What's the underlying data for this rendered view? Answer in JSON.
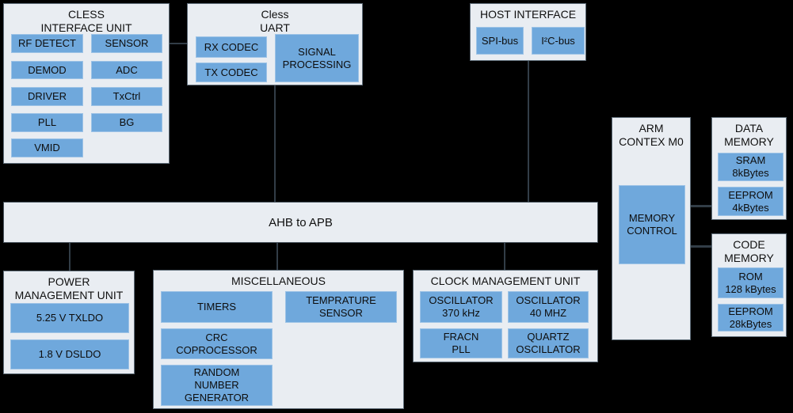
{
  "colors": {
    "background": "#000000",
    "panel_fill": "#e9edf2",
    "panel_border": "#5f6d79",
    "block_fill": "#6fa8dc",
    "block_border": "#9dc3e6",
    "connector": "#323d47",
    "text": "#101010"
  },
  "bus": {
    "label": "AHB to APB"
  },
  "panels": {
    "cless_interface_unit": {
      "title": "CLESS\nINTERFACE UNIT",
      "blocks": [
        "RF DETECT",
        "SENSOR",
        "DEMOD",
        "ADC",
        "DRIVER",
        "TxCtrl",
        "PLL",
        "BG",
        "VMID"
      ]
    },
    "cless_uart": {
      "title": "Cless\nUART",
      "blocks": [
        "RX CODEC",
        "TX CODEC",
        "SIGNAL\nPROCESSING"
      ]
    },
    "host_interface": {
      "title": "HOST INTERFACE",
      "blocks": [
        "SPI-bus",
        "I²C-bus"
      ]
    },
    "arm_cortex": {
      "title": "ARM\nCONTEX M0",
      "blocks": [
        "MEMORY\nCONTROL"
      ]
    },
    "data_memory": {
      "title": "DATA\nMEMORY",
      "blocks": [
        "SRAM\n8kBytes",
        "EEPROM\n4kBytes"
      ]
    },
    "code_memory": {
      "title": "CODE\nMEMORY",
      "blocks": [
        "ROM\n128 kBytes",
        "EEPROM\n28kBytes"
      ]
    },
    "power_management_unit": {
      "title": "POWER\nMANAGEMENT UNIT",
      "blocks": [
        "5.25 V TXLDO",
        "1.8 V DSLDO"
      ]
    },
    "miscellaneous": {
      "title": "MISCELLANEOUS",
      "blocks": [
        "TIMERS",
        "TEMPRATURE\nSENSOR",
        "CRC\nCOPROCESSOR",
        "RANDOM\nNUMBER\nGENERATOR"
      ]
    },
    "clock_management_unit": {
      "title": "CLOCK MANAGEMENT UNIT",
      "blocks": [
        "OSCILLATOR\n370 kHz",
        "OSCILLATOR\n40 MHZ",
        "FRACN\nPLL",
        "QUARTZ\nOSCILLATOR"
      ]
    }
  }
}
